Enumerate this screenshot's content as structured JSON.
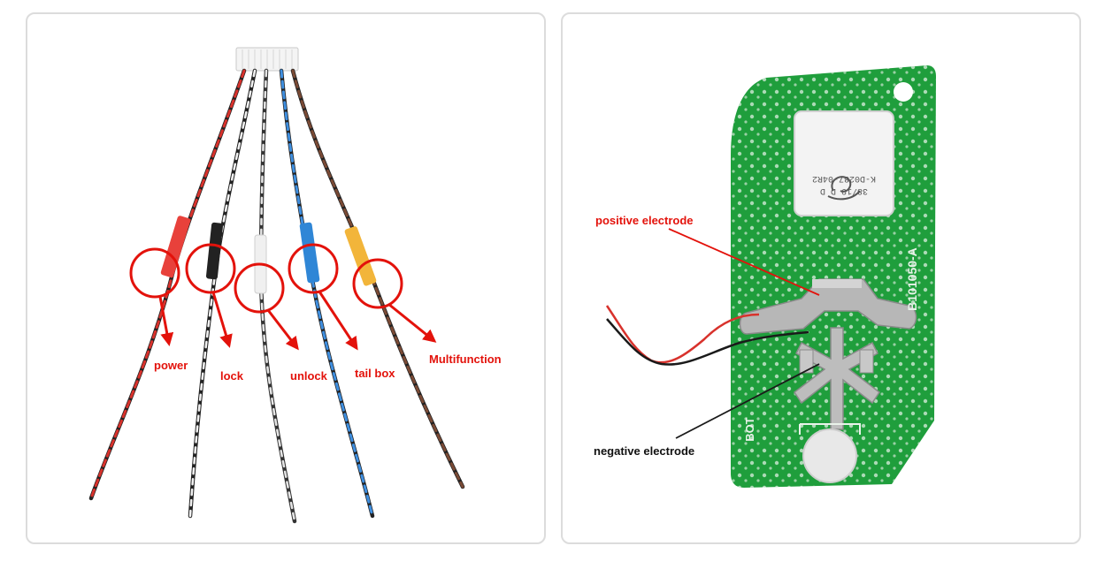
{
  "left_panel": {
    "labels": {
      "power": "power",
      "lock": "lock",
      "unlock": "unlock",
      "tail_box": "tail box",
      "multifunction": "Multifunction"
    }
  },
  "right_panel": {
    "labels": {
      "positive": "positive electrode",
      "negative": "negative electrode"
    },
    "chip_lines": [
      "38/19 D D",
      "K-D0287-04R2"
    ],
    "pcb_marking": "B101050-A",
    "bot_marking": "BOT"
  },
  "colors": {
    "annotation_red": "#e3120b",
    "pcb_green": "#1f9e3c",
    "text_dark": "#111111",
    "sleeve_red": "#e8413b",
    "sleeve_black": "#222222",
    "sleeve_white": "#f0f0f0",
    "sleeve_blue": "#2f86d6",
    "sleeve_yellow": "#f2b53a"
  }
}
